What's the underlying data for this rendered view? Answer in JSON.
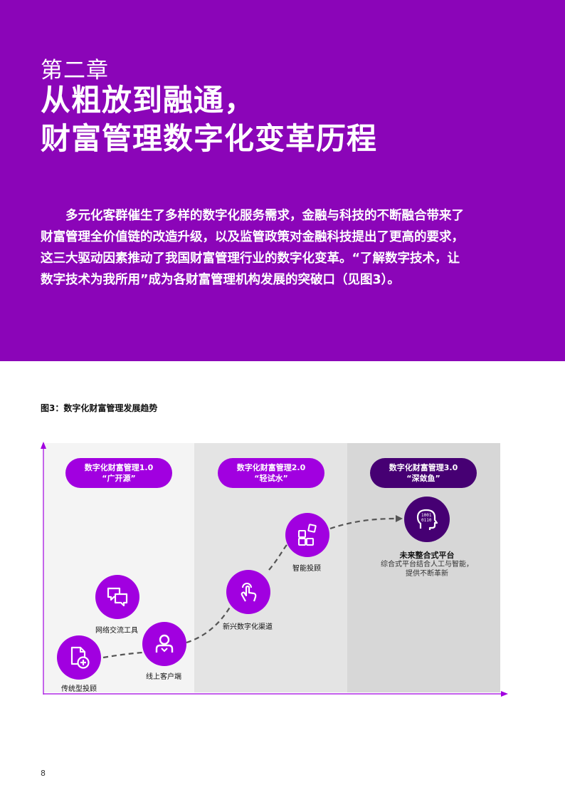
{
  "header": {
    "chapter": "第二章",
    "title_lines": [
      "从粗放到融通，",
      "财富管理数字化变革历程"
    ],
    "intro_lines": [
      "　　多元化客群催生了多样的数字化服务需求，金融与科技的不断融合带来了",
      "财富管理全价值链的改造升级，以及监管政策对金融科技提出了更高的要求，",
      "这三大驱动因素推动了我国财富管理行业的数字化变革。“了解数字技术，让",
      "数字技术为我所用”成为各财富管理机构发展的突破口（见图3）。"
    ]
  },
  "figure": {
    "caption": "图3：数字化财富管理发展趋势",
    "phases": [
      {
        "name": "数字化财富管理1.0",
        "nickname": "“广开源”",
        "color": "#a100e0"
      },
      {
        "name": "数字化财富管理2.0",
        "nickname": "“轻试水”",
        "color": "#a100e0"
      },
      {
        "name": "数字化财富管理3.0",
        "nickname": "“深敛鱼”",
        "color": "#460073"
      }
    ],
    "milestones": [
      {
        "label": "传统型投顾",
        "icon": "document-plus-icon"
      },
      {
        "label": "线上客户端",
        "icon": "user-icon"
      },
      {
        "label": "网络交流工具",
        "icon": "chat-bubbles-icon"
      },
      {
        "label": "新兴数字化渠道",
        "icon": "touch-hand-icon"
      },
      {
        "label": "智能投顾",
        "icon": "app-grid-icon"
      },
      {
        "label": "未来整合式平台",
        "icon": "ai-head-icon"
      }
    ],
    "future_description": [
      "综合式平台结合人工与智能，",
      "提供不断革新"
    ]
  },
  "page": {
    "number": "8"
  },
  "colors": {
    "accent": "#a100e0",
    "hero": "#8b05b8",
    "dark": "#460073"
  }
}
